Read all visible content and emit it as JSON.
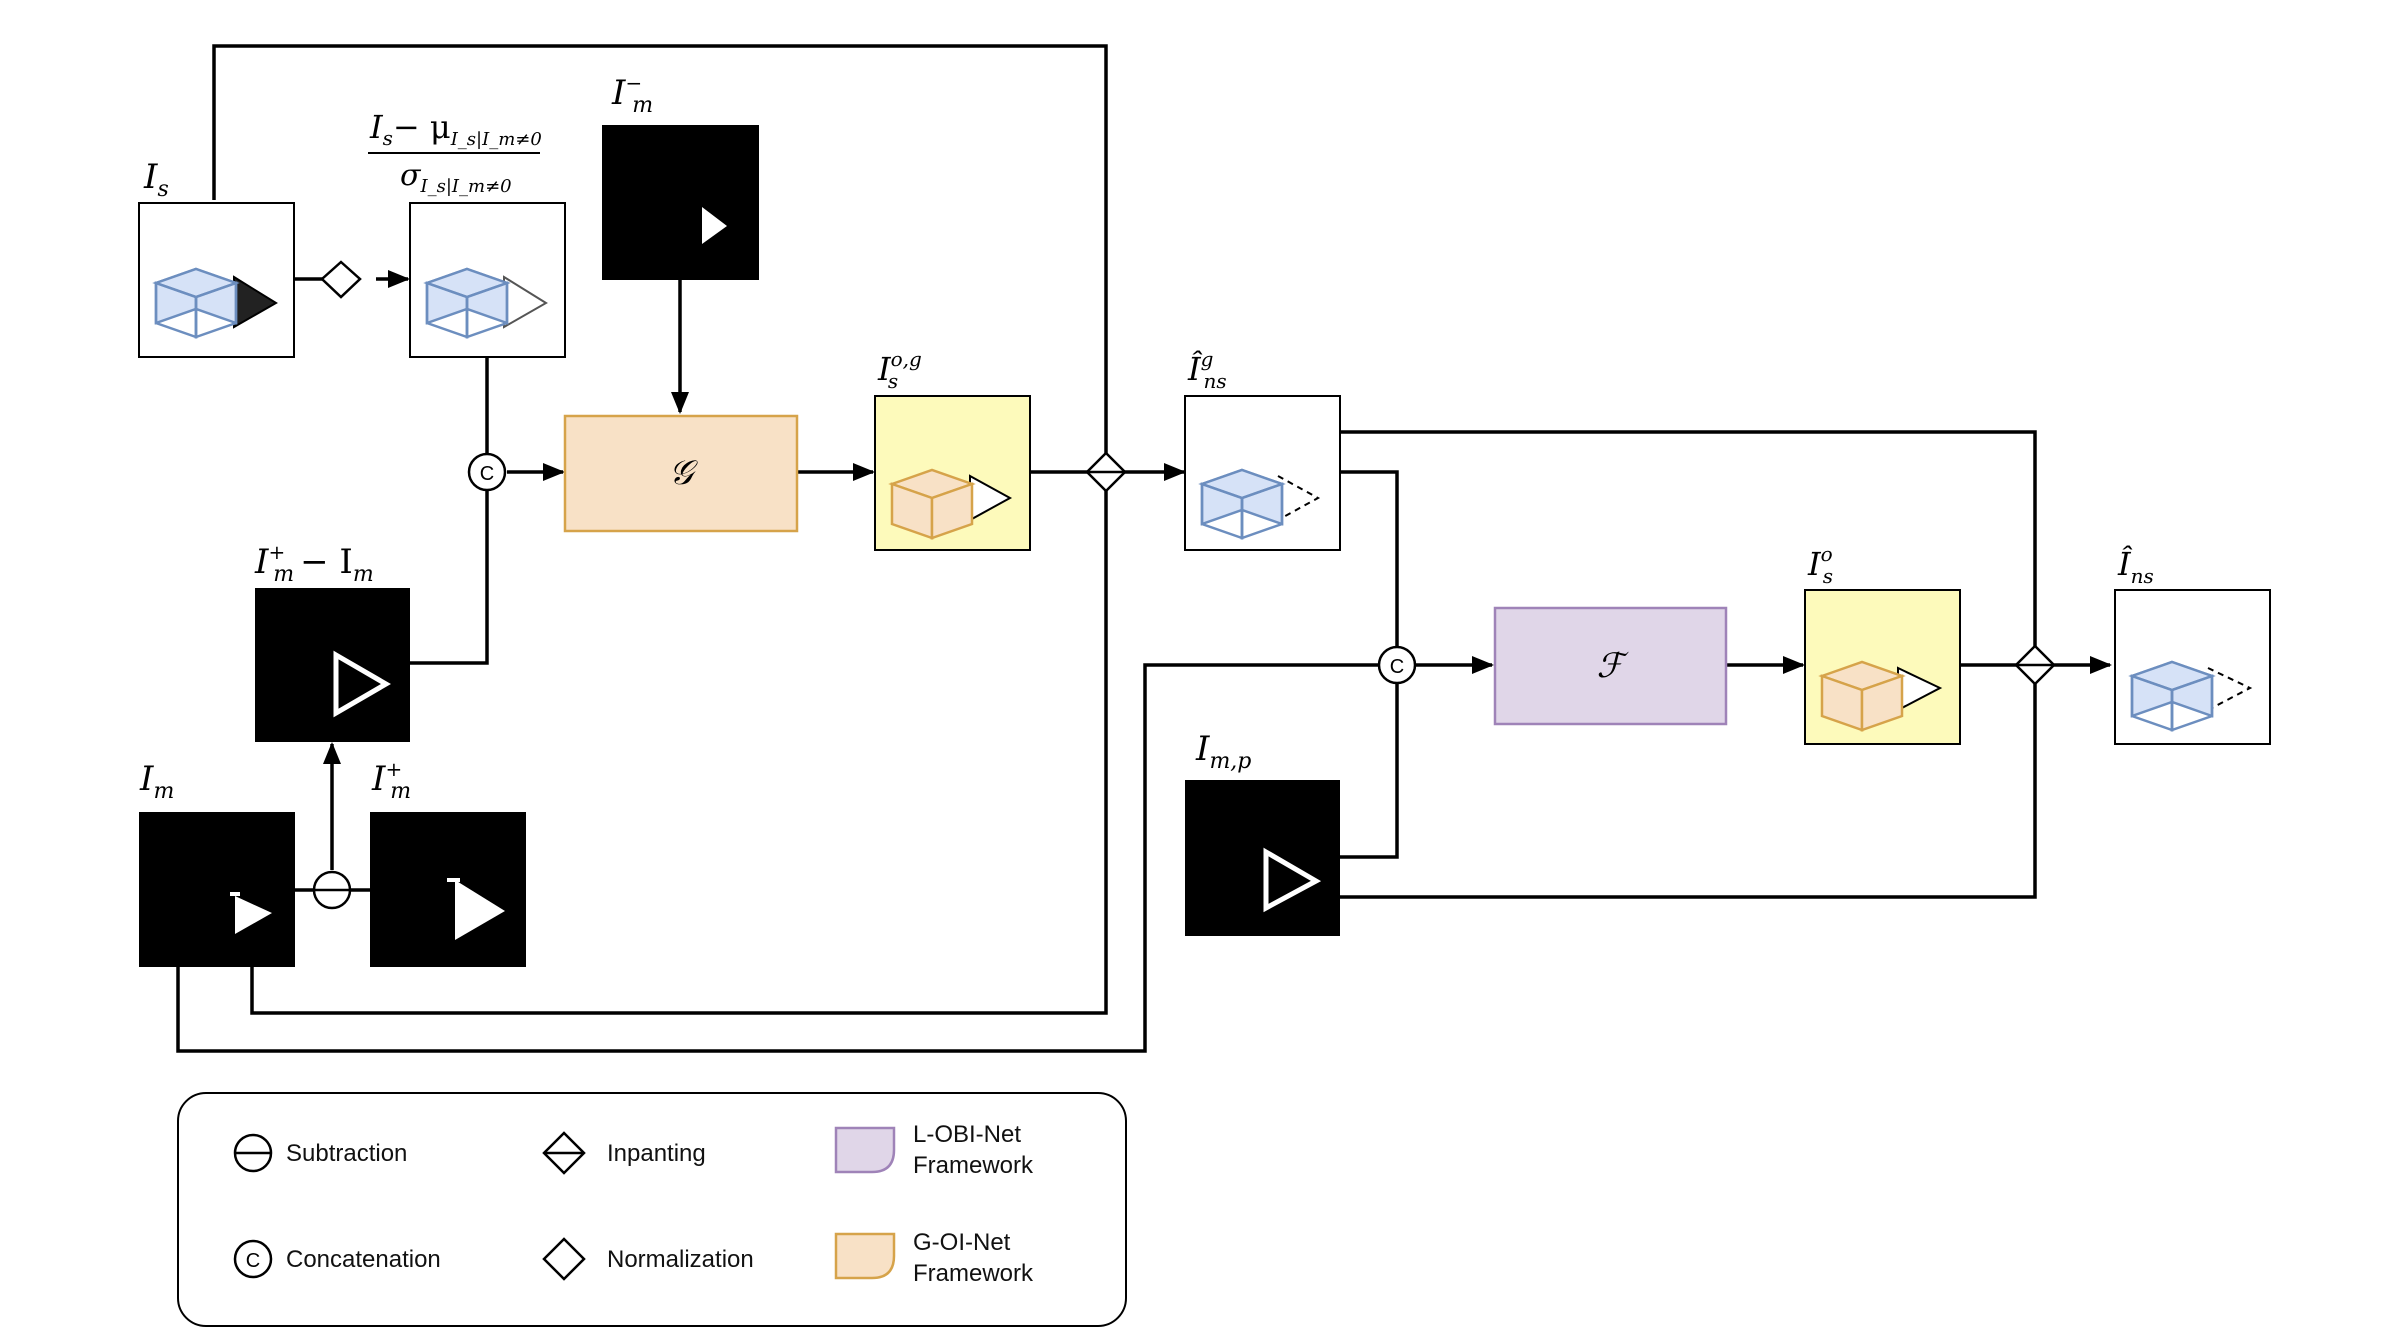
{
  "labels": {
    "Is": "I_s",
    "Is_sub": "s",
    "norm_num_main": "I",
    "norm_num_s": "s",
    "norm_num_minus": "− μ",
    "norm_num_mu_sub": "I_s|I_m≠0",
    "norm_den_sigma": "σ",
    "norm_den_sub": "I_s|I_m≠0",
    "Im_minus": "I",
    "Im_minus_sup": "−",
    "Im_minus_sub": "m",
    "Is_og": "I",
    "Is_og_sup": "o,g",
    "Is_og_sub": "s",
    "Ins_hat_g": "Î",
    "Ins_hat_g_sup": "g",
    "Ins_hat_g_sub": "ns",
    "Im_plus_minus_Im": "I",
    "Im_plus_minus_Im_sup": "+",
    "Im_plus_minus_Im_sub": "m",
    "Im_plus_minus_Im_rest": "− I",
    "Im_plus_minus_Im_rest_sub": "m",
    "Im": "I",
    "Im_sub": "m",
    "Im_plus": "I",
    "Im_plus_sup": "+",
    "Im_plus_sub": "m",
    "Imp": "I",
    "Imp_sub": "m,p",
    "Is_o": "I",
    "Is_o_sup": "o",
    "Is_o_sub": "s",
    "Ins_hat": "Î",
    "Ins_hat_sub": "ns",
    "G": "𝒢",
    "F": "ℱ",
    "concat_symbol": "C"
  },
  "legend": {
    "subtraction": "Subtraction",
    "inpainting": "Inpanting",
    "lobi_line1": "L-OBI-Net",
    "lobi_line2": "Framework",
    "concatenation": "Concatenation",
    "normalization": "Normalization",
    "goi_line1": "G-OI-Net",
    "goi_line2": "Framework"
  },
  "colors": {
    "goi_fill": "#f8e1c6",
    "goi_stroke": "#d6a34a",
    "lobi_fill": "#e0d6e8",
    "lobi_stroke": "#9f83b8",
    "yellow_fill": "#fdfabb",
    "cube_fill": "#d6e2f7",
    "cube_stroke": "#6c8ebf",
    "orange_cube_fill": "#f8e1c6",
    "orange_cube_stroke": "#d6a34a"
  }
}
